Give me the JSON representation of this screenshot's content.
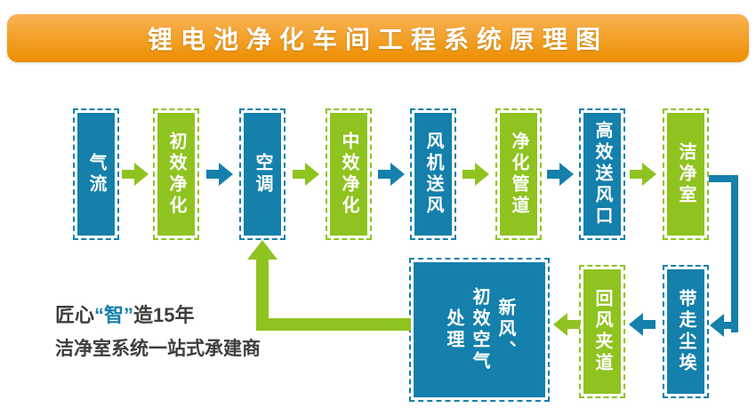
{
  "title": "锂电池净化车间工程系统原理图",
  "colors": {
    "blue": "#1480ab",
    "green": "#8fc320",
    "banner_top": "#f8b254",
    "banner_bottom": "#ee8d00",
    "text_dark": "#3d3d3d"
  },
  "nodes": [
    {
      "id": "airflow",
      "label": "气流",
      "color": "blue"
    },
    {
      "id": "primary-filter",
      "label": "初效净化",
      "color": "green"
    },
    {
      "id": "air-conditioner",
      "label": "空调",
      "color": "blue"
    },
    {
      "id": "medium-filter",
      "label": "中效净化",
      "color": "green"
    },
    {
      "id": "fan-supply",
      "label": "风机送风",
      "color": "blue"
    },
    {
      "id": "purify-duct",
      "label": "净化管道",
      "color": "green"
    },
    {
      "id": "hepa-outlet",
      "label": "高效送风口",
      "color": "blue"
    },
    {
      "id": "cleanroom",
      "label": "洁净室",
      "color": "green"
    },
    {
      "id": "dust-removal",
      "label": "带走尘埃",
      "color": "blue"
    },
    {
      "id": "return-air-passage",
      "label": "回风夹道",
      "color": "green"
    },
    {
      "id": "fresh-air-treatment",
      "label": "新风、初效空气处理",
      "lines": [
        "新风、",
        "初效空气",
        "处理"
      ],
      "color": "blue"
    }
  ],
  "tagline": {
    "part1": "匠心",
    "part2": "“智”",
    "part3": "造15年",
    "line2": "洁净室系统一站式承建商"
  }
}
